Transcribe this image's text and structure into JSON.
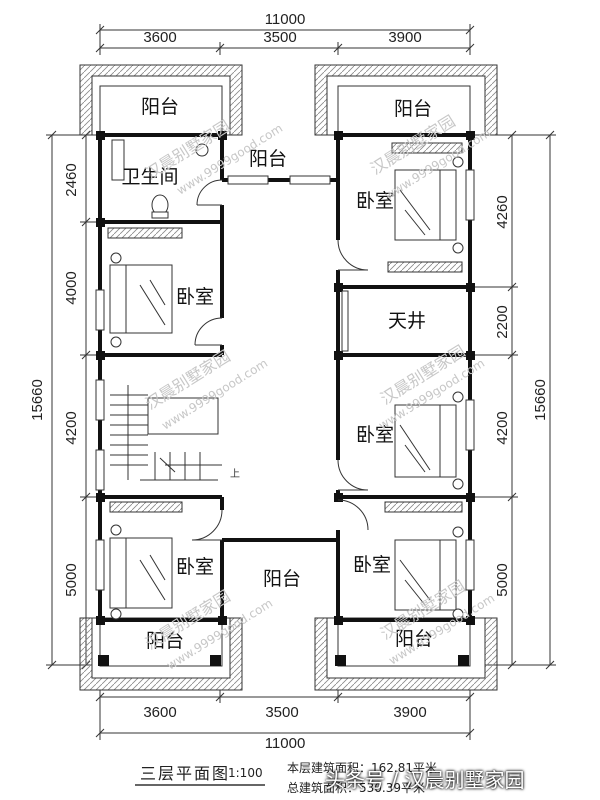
{
  "dimensions": {
    "top_total": "11000",
    "top_parts": [
      "3600",
      "3500",
      "3900"
    ],
    "bottom_parts": [
      "3600",
      "3500",
      "3900"
    ],
    "bottom_total": "11000",
    "left_total": "15660",
    "left_parts": [
      "2460",
      "4000",
      "4200",
      "5000"
    ],
    "right_total": "15660",
    "right_parts": [
      "4260",
      "2200",
      "4200",
      "5000"
    ]
  },
  "rooms": {
    "balcony_top_left": "阳台",
    "balcony_top_right": "阳台",
    "balcony_top_mid": "阳台",
    "bathroom": "卫生间",
    "bedroom_upper_right": "卧室",
    "bedroom_left_mid": "卧室",
    "light_well": "天井",
    "bedroom_right_mid": "卧室",
    "bedroom_lower_left": "卧室",
    "balcony_center": "阳台",
    "bedroom_lower_right": "卧室",
    "balcony_bottom_left": "阳台",
    "balcony_bottom_right": "阳台",
    "stair_up": "上"
  },
  "watermarks": {
    "brand": "汉晨别墅家园",
    "url": "www.9999good.com"
  },
  "footer": {
    "title": "三层平面图",
    "scale": "1:100",
    "floor_area": "本层建筑面积：162.81平米",
    "total_area": "总建筑面积：530.39平米",
    "source": "头条号 / 汉晨别墅家园"
  }
}
